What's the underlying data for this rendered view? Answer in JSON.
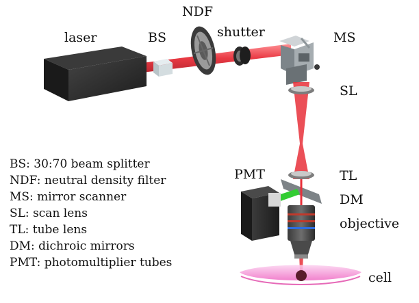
{
  "labels": {
    "laser": "laser",
    "bs": "BS",
    "ndf": "NDF",
    "shutter": "shutter",
    "ms": "MS",
    "sl": "SL",
    "pmt": "PMT",
    "tl": "TL",
    "dm": "DM",
    "objective": "objective",
    "cell": "cell"
  },
  "legend": [
    "BS: 30:70 beam splitter",
    "NDF: neutral density filter",
    "MS: mirror scanner",
    "SL: scan lens",
    "TL: tube lens",
    "DM: dichroic mirrors",
    "PMT: photomultiplier tubes"
  ],
  "colors": {
    "beam": "#e8303a",
    "fluorescence": "#33cc33",
    "cell": "#f06fc0",
    "housing": "#2b2b2b"
  }
}
